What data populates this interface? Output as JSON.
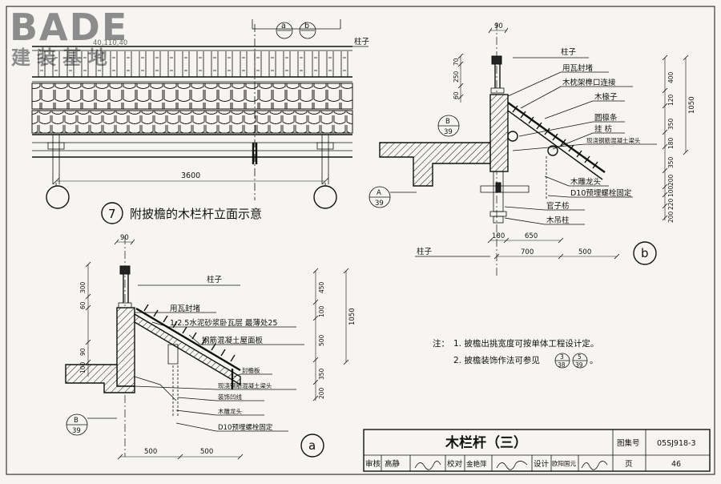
{
  "logo": {
    "brand": "BADE",
    "sub": "建装基地",
    "code": "40,110,40"
  },
  "elevation": {
    "circle_a": "a",
    "circle_b": "b",
    "column_label": "柱子",
    "width_dim": "3600",
    "number": "7",
    "caption": "附披檐的木栏杆立面示意"
  },
  "detail_b": {
    "top_dim": "90",
    "column_label_top": "柱子",
    "column_label_bottom": "柱子",
    "ref_top": {
      "num": "B",
      "den": "39"
    },
    "ref_left": {
      "num": "A",
      "den": "39"
    },
    "left_dims": [
      "70",
      "250",
      "60"
    ],
    "right_dims": [
      "400",
      "120",
      "350",
      "180",
      "350",
      "200",
      "100",
      "220",
      "200"
    ],
    "total_dim": "1050",
    "bottom_dims_row1": [
      "180",
      "650"
    ],
    "bottom_dims_row2": [
      "700",
      "500"
    ],
    "callouts": [
      "用瓦封堵",
      "木枕架榫口连接",
      "木椽子",
      "圆檩条",
      "挂 枋",
      "现浇钢筋混凝土梁头",
      "木雕龙头",
      "D10预埋螺栓固定",
      "官子枋",
      "木吊柱"
    ],
    "circle": "b"
  },
  "detail_a": {
    "top_dim": "90",
    "column_label": "柱子",
    "ref": {
      "num": "B",
      "den": "39"
    },
    "left_dims": [
      "300",
      "60",
      "90",
      "100"
    ],
    "right_dims": [
      "450",
      "100",
      "500",
      "350",
      "200"
    ],
    "total_dim": "1050",
    "bottom_dims": [
      "500",
      "500"
    ],
    "callouts": [
      "用瓦封堵",
      "1:2.5水泥砂浆卧瓦层  最薄处25",
      "钢筋混凝土屋面板",
      "封檐板",
      "现浇钢筋混凝土梁头",
      "装饰凹线",
      "木雕龙头",
      "D10预埋螺栓固定"
    ],
    "circle": "a"
  },
  "notes": {
    "prefix": "注：",
    "line1": "1.  披檐出挑宽度可按单体工程设计定。",
    "line2_pre": "2.  披檐装饰作法可参见",
    "ref1": {
      "num": "3",
      "den": "38"
    },
    "ref2": {
      "num": "5",
      "den": "39"
    },
    "line2_post": "。"
  },
  "title_block": {
    "title": "木栏杆（三）",
    "atlas_label": "图集号",
    "atlas_no": "05SJ918-3",
    "page_label": "页",
    "page_no": "46",
    "review_label": "审核",
    "reviewer": "高静",
    "check_label": "校对",
    "checker": "金艳萍",
    "design_label": "设计",
    "designer": "欧阳国元"
  }
}
